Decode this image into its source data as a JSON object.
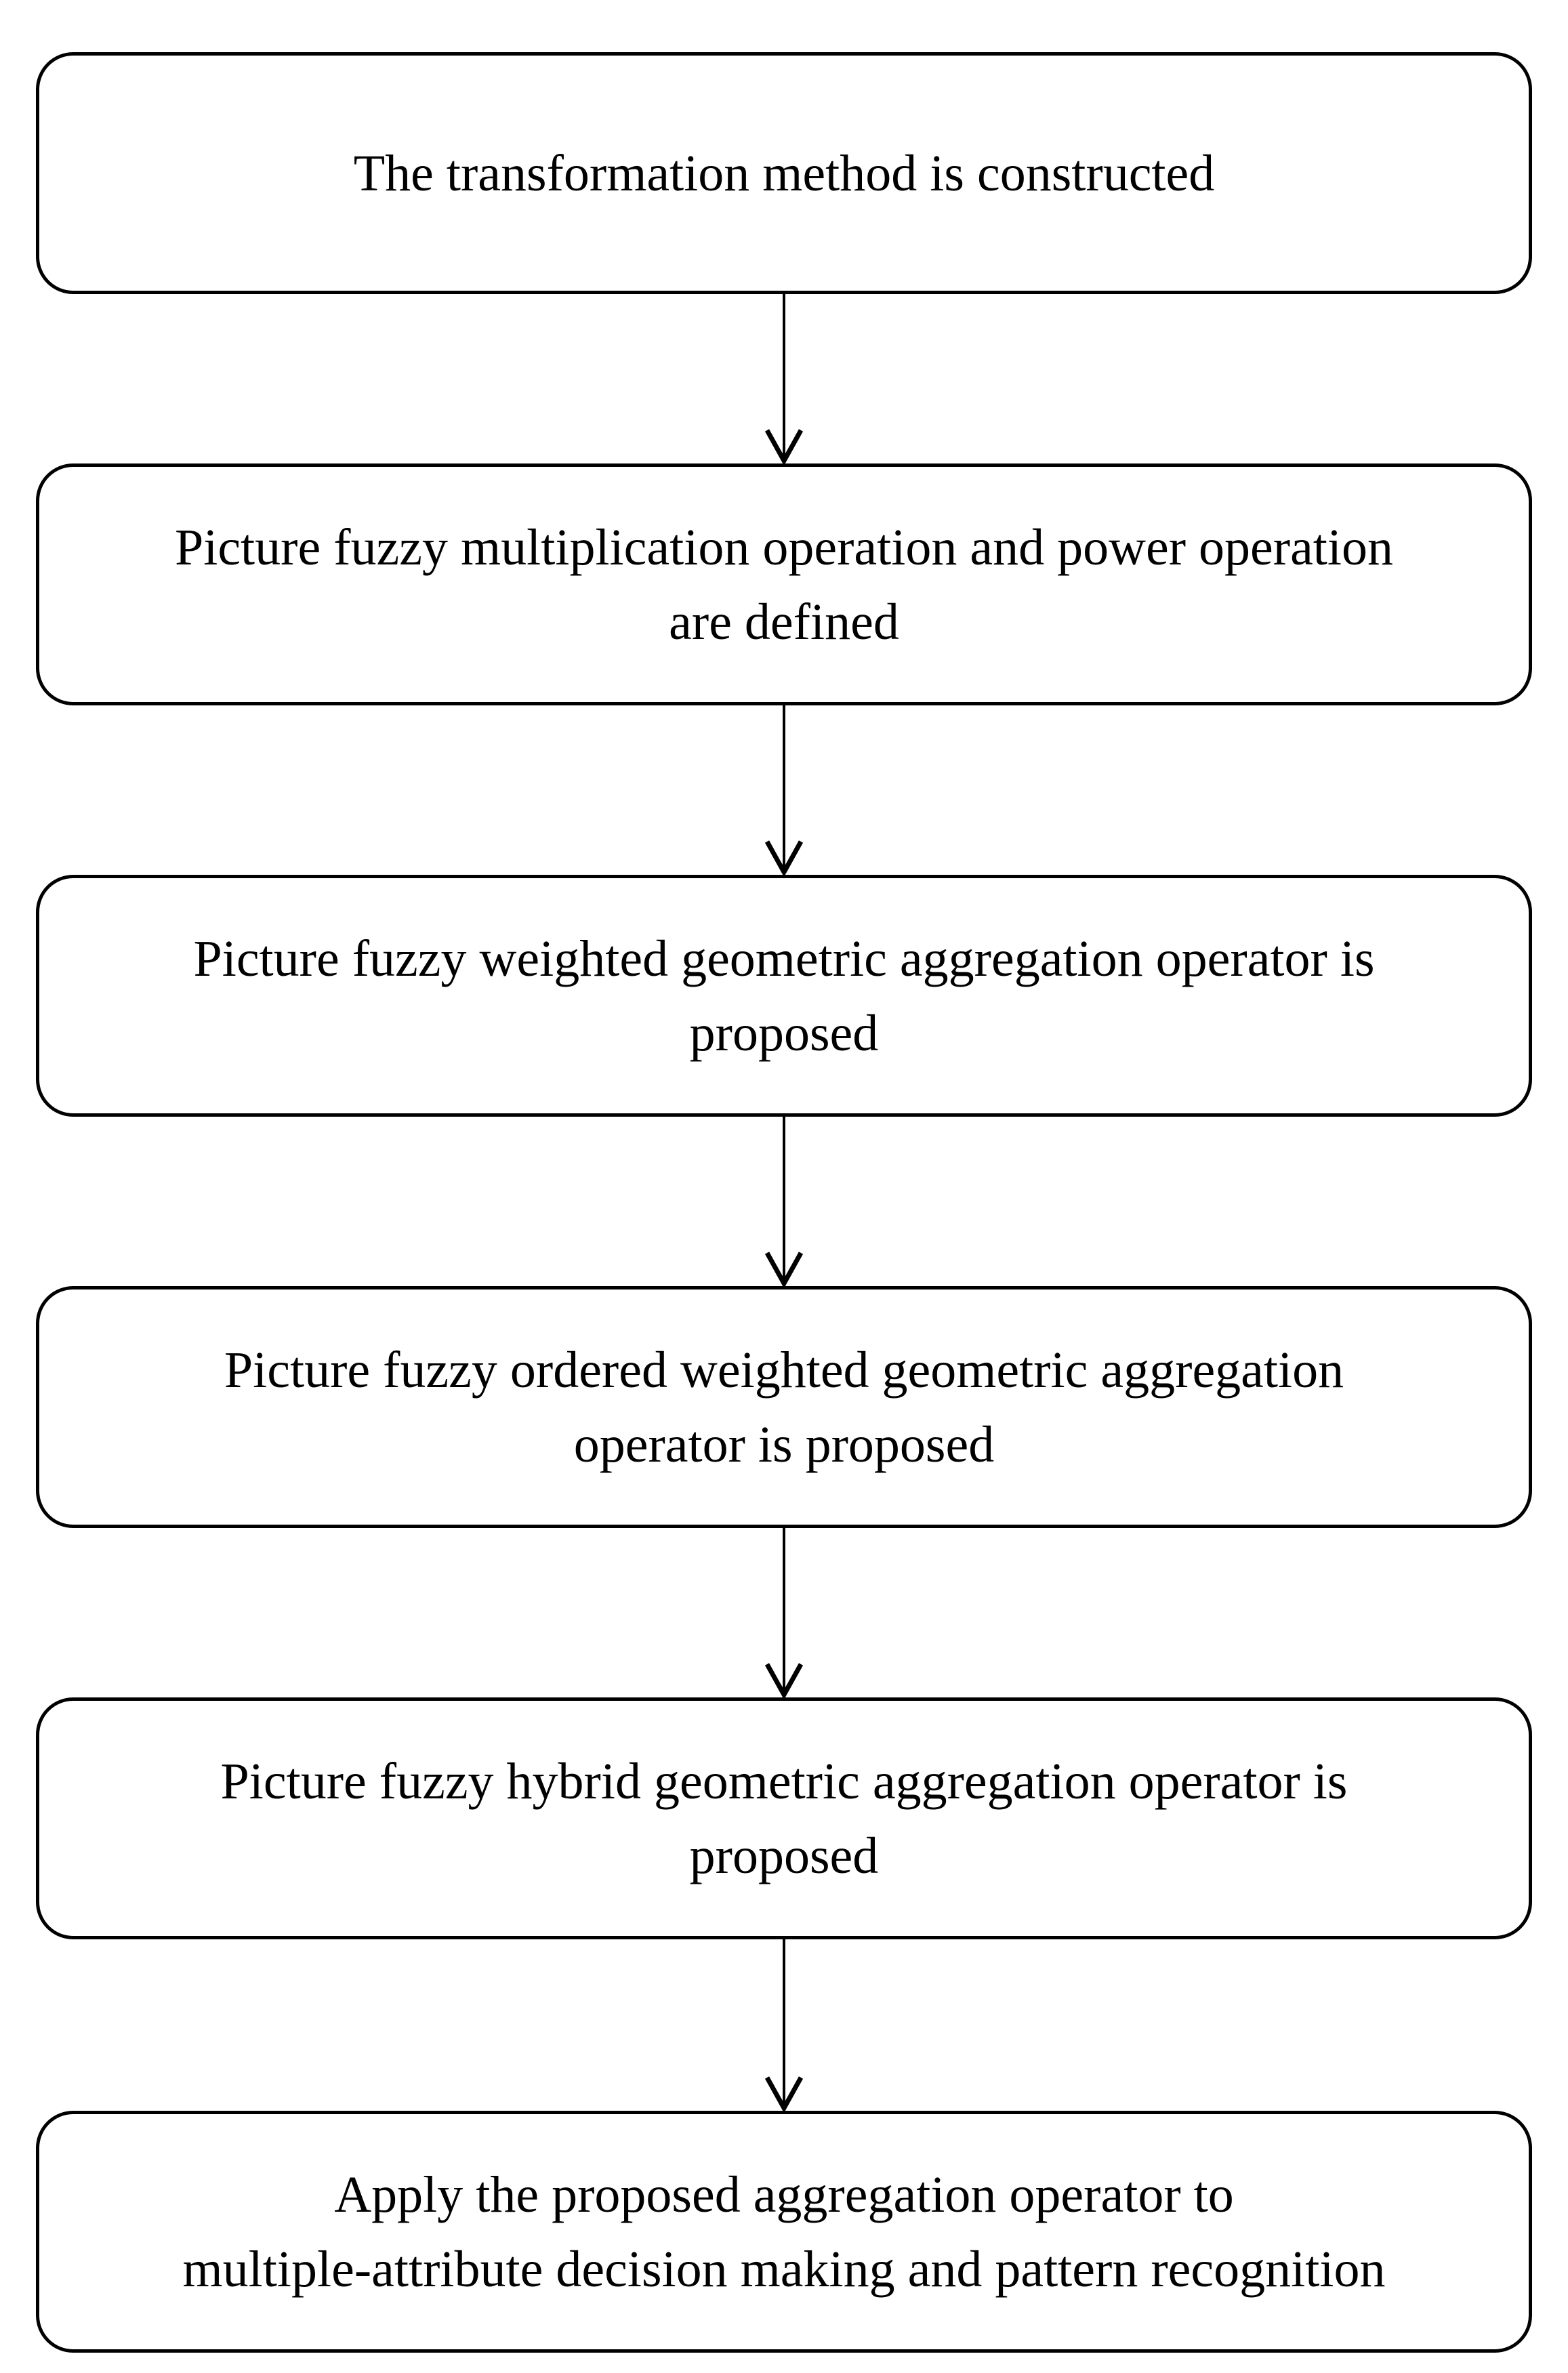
{
  "diagram": {
    "type": "flowchart",
    "direction": "top-to-bottom",
    "steps": [
      {
        "id": 1,
        "text": "The transformation method is constructed"
      },
      {
        "id": 2,
        "text": "Picture fuzzy multiplication operation and power operation\nare defined"
      },
      {
        "id": 3,
        "text": "Picture fuzzy weighted geometric aggregation operator is\nproposed"
      },
      {
        "id": 4,
        "text": "Picture fuzzy ordered weighted geometric aggregation\noperator is proposed"
      },
      {
        "id": 5,
        "text": "Picture fuzzy hybrid geometric aggregation operator is\nproposed"
      },
      {
        "id": 6,
        "text": "Apply the proposed aggregation operator to\nmultiple-attribute decision making and pattern recognition"
      }
    ],
    "connectors": [
      {
        "from": 1,
        "to": 2,
        "style": "arrow-down"
      },
      {
        "from": 2,
        "to": 3,
        "style": "arrow-down"
      },
      {
        "from": 3,
        "to": 4,
        "style": "arrow-down"
      },
      {
        "from": 4,
        "to": 5,
        "style": "arrow-down"
      },
      {
        "from": 5,
        "to": 6,
        "style": "arrow-down"
      }
    ],
    "colors": {
      "background": "#ffffff",
      "box_border": "#000000",
      "text": "#000000",
      "arrow": "#000000"
    }
  }
}
